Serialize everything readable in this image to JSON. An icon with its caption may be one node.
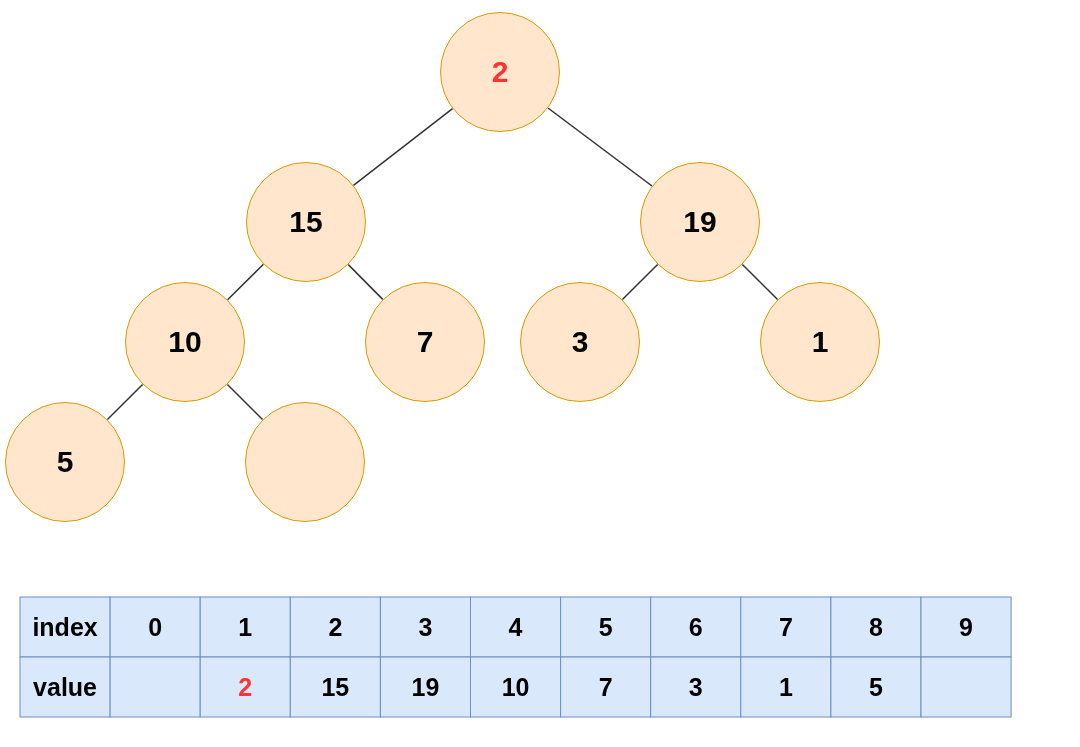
{
  "diagram": {
    "nodes": [
      {
        "text": [
          "2"
        ]
      },
      {
        "text": [
          "15"
        ]
      },
      {
        "text": [
          "19"
        ]
      },
      {
        "text": [
          "10"
        ]
      },
      {
        "text": [
          "7"
        ]
      },
      {
        "text": [
          "3"
        ]
      },
      {
        "text": [
          "1"
        ]
      },
      {
        "text": [
          "5"
        ]
      },
      {
        "text": [],
        "shape": "circle"
      }
    ],
    "edges": [
      {
        "from": 0,
        "to": 1,
        "arrow": "none"
      },
      {
        "from": 0,
        "to": 2,
        "arrow": "none"
      },
      {
        "from": 1,
        "to": 3,
        "arrow": "none"
      },
      {
        "from": 1,
        "to": 4,
        "arrow": "none"
      },
      {
        "from": 2,
        "to": 5,
        "arrow": "none"
      },
      {
        "from": 2,
        "to": 6,
        "arrow": "none"
      },
      {
        "from": 3,
        "to": 7,
        "arrow": "none"
      },
      {
        "from": 3,
        "to": 8,
        "arrow": "none"
      }
    ],
    "labels": [
      "index",
      "0",
      "1",
      "2",
      "3",
      "4",
      "5",
      "6",
      "7",
      "8",
      "9",
      "value",
      "2",
      "15",
      "19",
      "10",
      "7",
      "3",
      "1",
      "5"
    ]
  }
}
